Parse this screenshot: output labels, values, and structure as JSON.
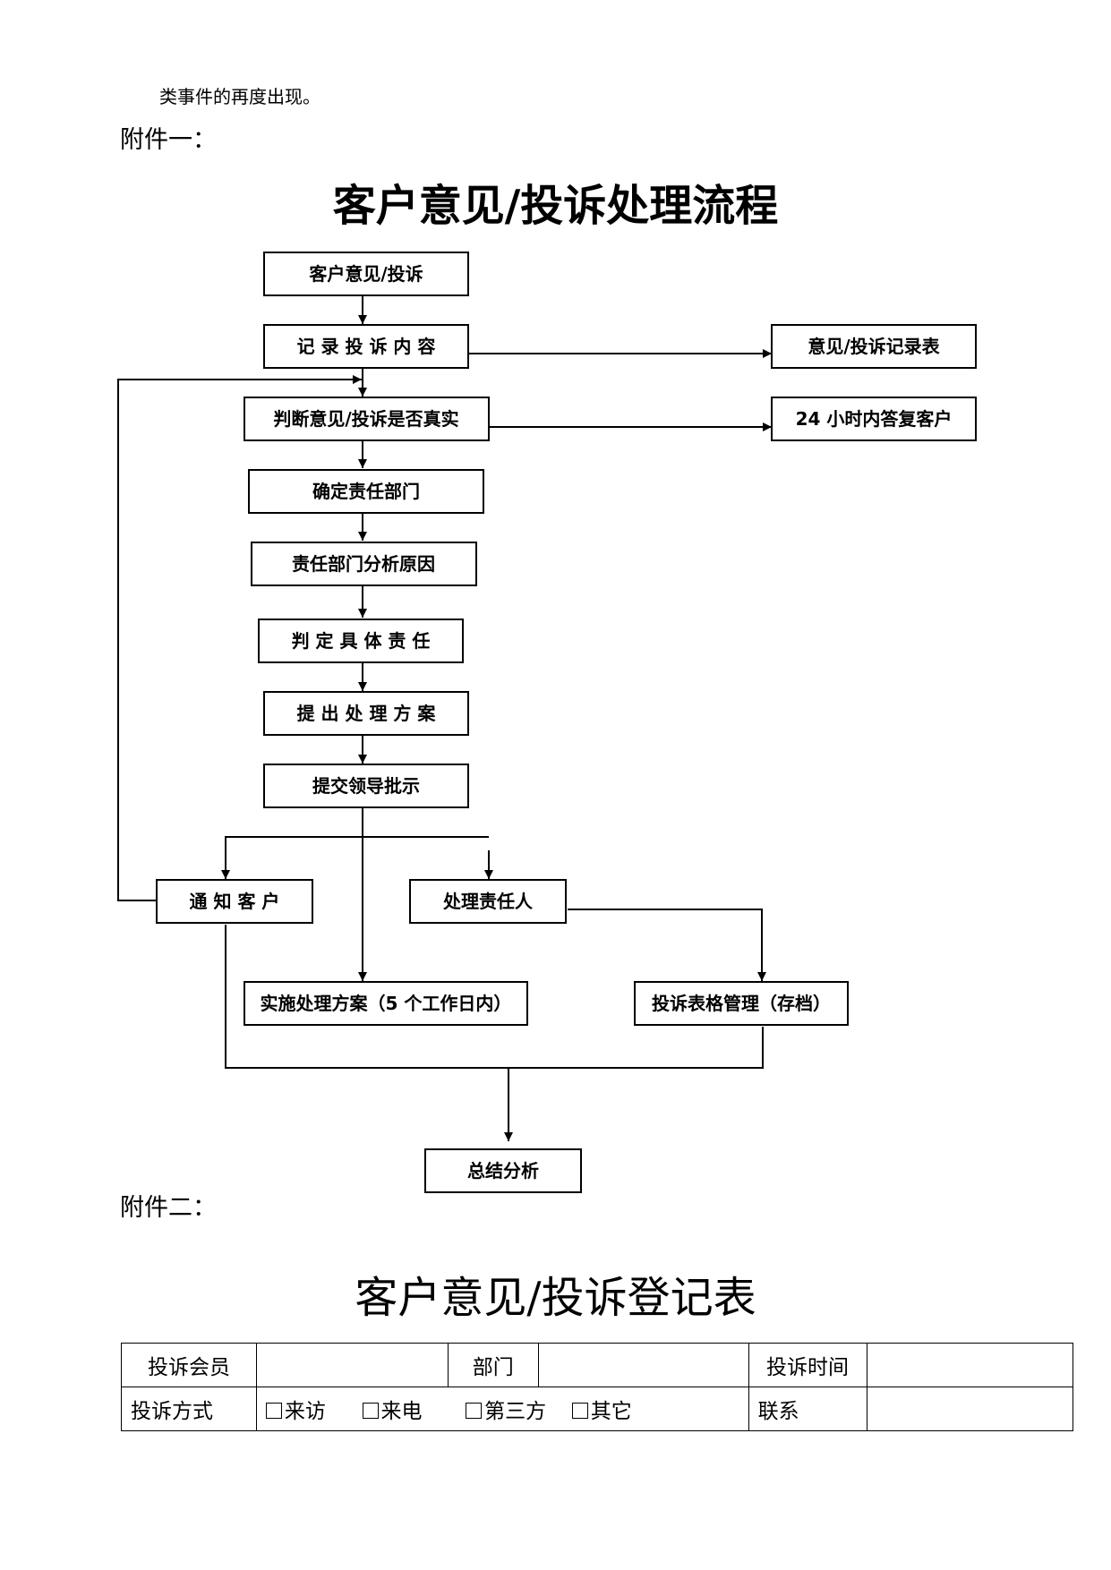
{
  "intro_text": "类事件的再度出现。",
  "attachment1": {
    "label": "附件一：",
    "title": "客户意见/投诉处理流程"
  },
  "flow": {
    "start": "客户意见/投诉",
    "record": "记 录 投 诉 内 容",
    "record_form": "意见/投诉记录表",
    "judge": "判断意见/投诉是否真实",
    "reply": "24 小时内答复客户",
    "dept": "确定责任部门",
    "analyze": "责任部门分析原因",
    "liability": "判 定 具 体 责 任",
    "propose": "提 出 处 理 方 案",
    "submit": "提交领导批示",
    "notify": "通 知 客 户",
    "handle_person": "处理责任人",
    "implement": "实施处理方案（5 个工作日内）",
    "archive": "投诉表格管理（存档）",
    "summary": "总结分析"
  },
  "attachment2": {
    "label": "附件二：",
    "title": "客户意见/投诉登记表"
  },
  "form": {
    "member_label": "投诉会员",
    "dept_label": "部门",
    "time_label": "投诉时间",
    "method_label": "投诉方式",
    "options": [
      "来访",
      "来电",
      "第三方",
      "其它"
    ],
    "contact_label": "联系"
  }
}
